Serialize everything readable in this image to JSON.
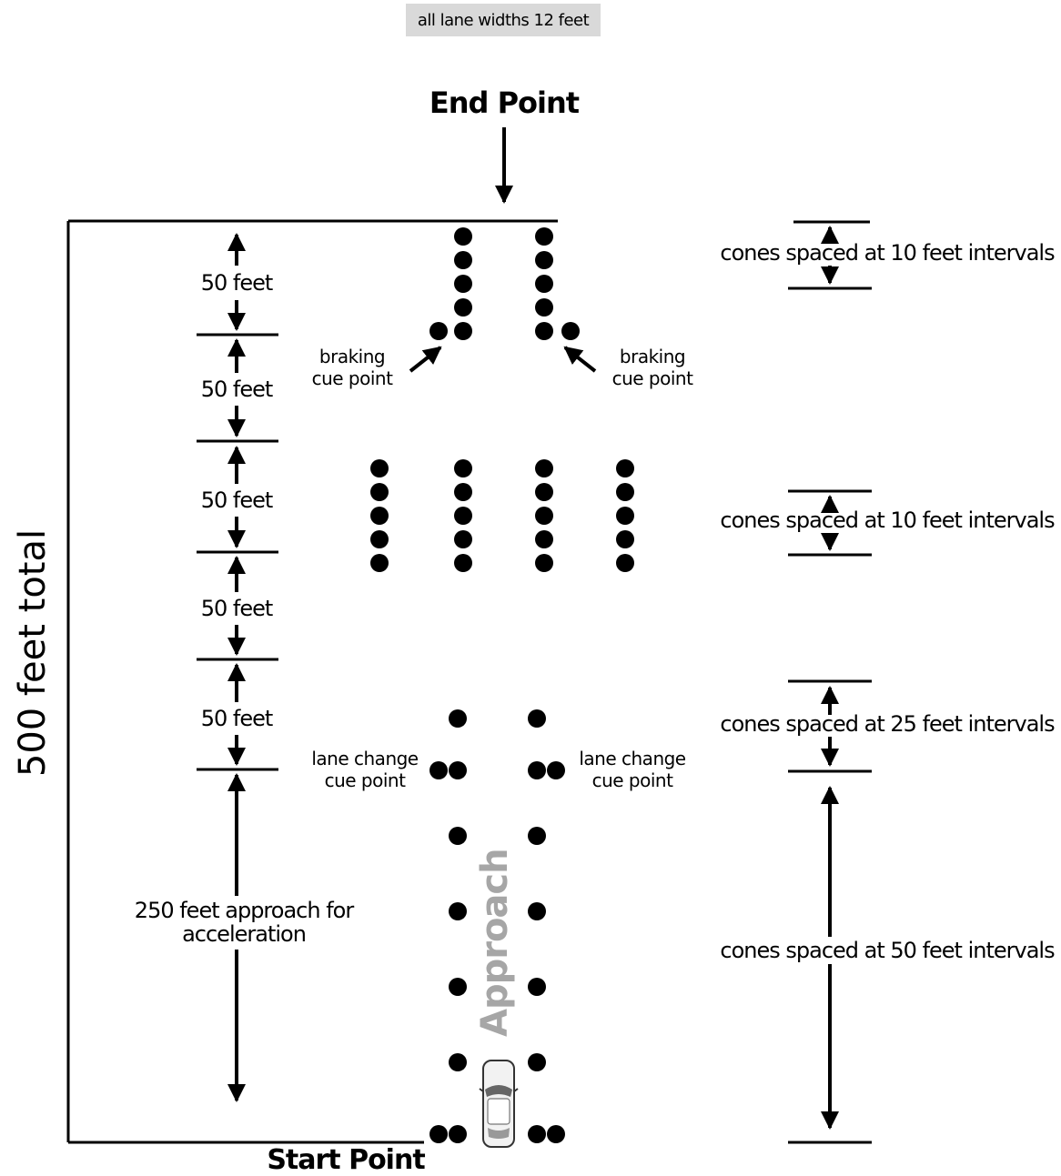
{
  "note": "all lane widths 12 feet",
  "end_point": "End Point",
  "start_point": "Start Point",
  "total_length": "500 feet total",
  "segments": [
    "50 feet",
    "50 feet",
    "50 feet",
    "50 feet",
    "50 feet"
  ],
  "approach_label": [
    "250 feet approach for",
    "acceleration"
  ],
  "braking_cue": [
    "braking",
    "cue point"
  ],
  "lane_change_cue": [
    "lane change",
    "cue point"
  ],
  "spacing": [
    "cones spaced at 10 feet intervals",
    "cones spaced at 10 feet intervals",
    "cones spaced at 25 feet intervals",
    "cones spaced at 50 feet intervals"
  ],
  "approach_watermark": "Approach",
  "colors": {
    "line": "#000000",
    "watermark": "#a6a6a6",
    "note_bg": "#d9d9d9"
  },
  "icons": {
    "car": "car-icon",
    "cone": "cone-marker"
  }
}
